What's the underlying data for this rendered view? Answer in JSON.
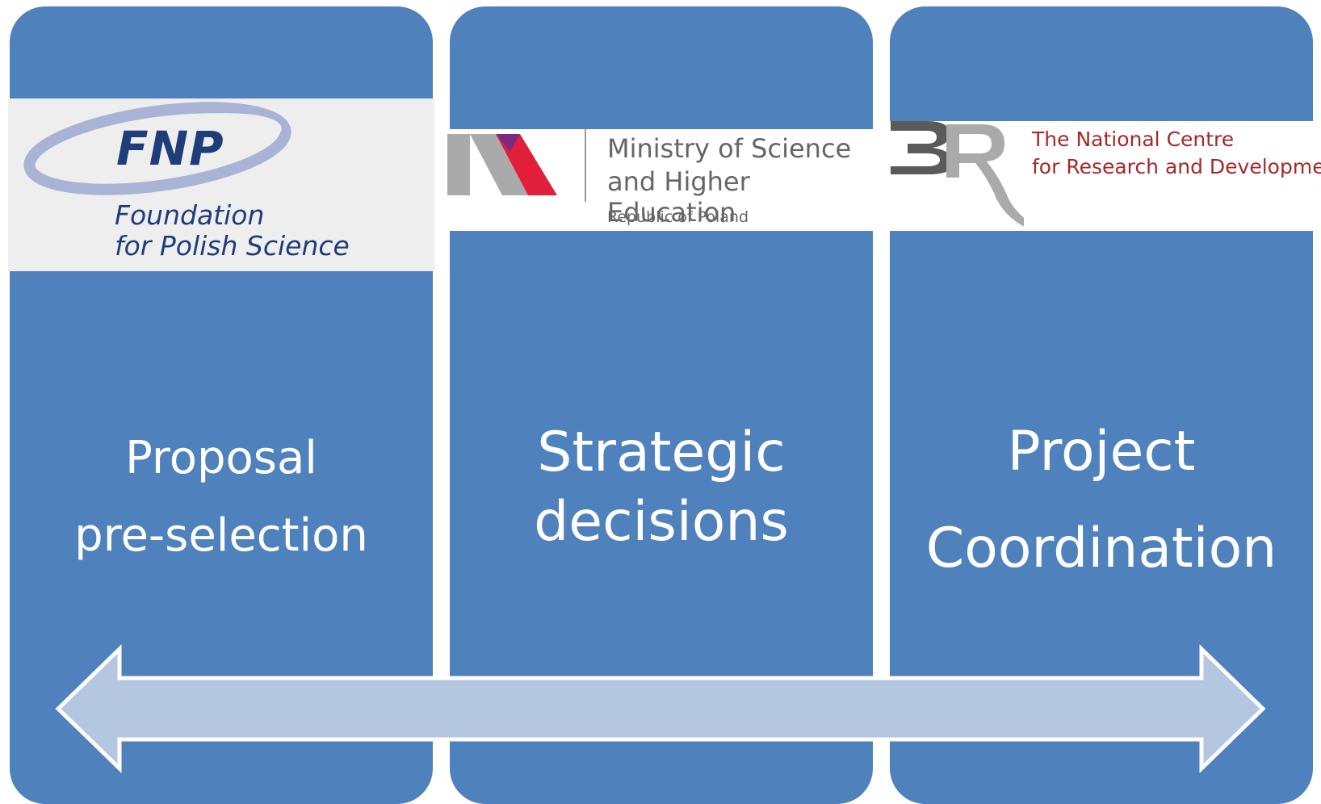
{
  "columns": [
    {
      "lines": [
        "Proposal",
        "pre-selection"
      ],
      "logo": {
        "name": "FNP",
        "lines": [
          "Foundation",
          "for Polish Science"
        ]
      }
    },
    {
      "lines": [
        "Strategic",
        "decisions"
      ],
      "logo": {
        "lines": [
          "Ministry of Science",
          "and Higher Education"
        ],
        "sub": "Republic of Poland"
      }
    },
    {
      "lines": [
        "Project",
        "Coordination"
      ],
      "logo": {
        "lines": [
          "The National Centre",
          "for Research and Development"
        ]
      }
    }
  ],
  "colors": {
    "column": "#4f81bd",
    "arrow_fill": "#b4c6e0",
    "arrow_stroke": "#ffffff",
    "fnp_blue": "#1f3d7a",
    "msh_red": "#e21f3a",
    "ncbr_red": "#a42a2a"
  }
}
